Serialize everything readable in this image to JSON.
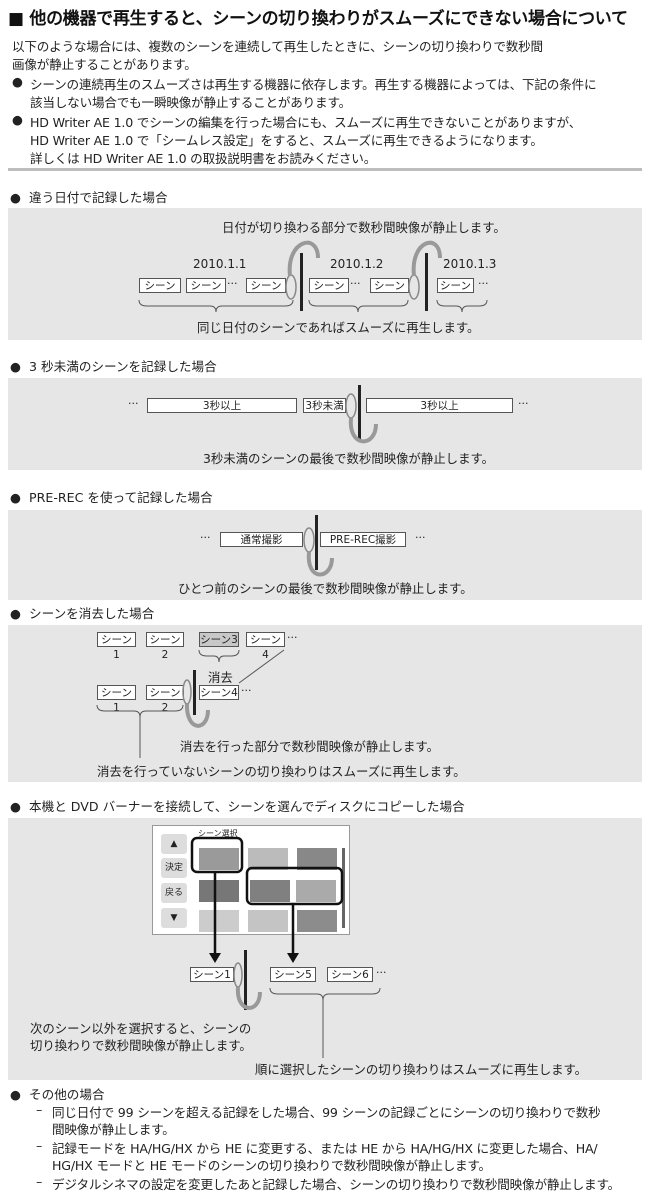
{
  "title": "■ 他の機器で再生すると、シーンの切り換わりがスムーズにできない場合について",
  "intro": [
    "以下のような場合には、複数のシーンを連続して再生したときに、シーンの切り換わりで数秒間",
    "画像が静止することがあります。"
  ],
  "bullets": [
    [
      "シーンの連続再生のスムーズさは再生する機器に依存します。再生する機器によっては、下記の条件に",
      "該当しない場合でも一瞬映像が静止することがあります。"
    ],
    [
      "HD Writer AE 1.0 でシーンの編集を行った場合にも、スムーズに再生できないことがありますが、",
      "HD Writer AE 1.0 で「シームレス設定」をすると、スムーズに再生できるようになります。",
      "詳しくは HD Writer AE 1.0 の取扱説明書をお読みください。"
    ]
  ],
  "bullet_mark": "●",
  "ellipsis": "···",
  "scene": "シーン",
  "sec1": {
    "heading": "違う日付で記録した場合",
    "top_caption": "日付が切り換わる部分で数秒間映像が静止します。",
    "dates": [
      "2010.1.1",
      "2010.1.2",
      "2010.1.3"
    ],
    "bottom_caption": "同じ日付のシーンであればスムーズに再生します。"
  },
  "sec2": {
    "heading": "3 秒未満のシーンを記録した場合",
    "labels": [
      "3秒以上",
      "3秒未満",
      "3秒以上"
    ],
    "caption": "3秒未満のシーンの最後で数秒間映像が静止します。"
  },
  "sec3": {
    "heading": "PRE-REC を使って記録した場合",
    "labels": [
      "通常撮影",
      "PRE-REC撮影"
    ],
    "caption": "ひとつ前のシーンの最後で数秒間映像が静止します。"
  },
  "sec4": {
    "heading": "シーンを消去した場合",
    "row1": [
      "シーン1",
      "シーン2",
      "シーン3",
      "シーン4"
    ],
    "row2": [
      "シーン1",
      "シーン2",
      "シーン4"
    ],
    "deleted": "消去",
    "caption1": "消去を行った部分で数秒間映像が静止します。",
    "caption2": "消去を行っていないシーンの切り換わりはスムーズに再生します。"
  },
  "sec5": {
    "heading": "本機と DVD バーナーを接続して、シーンを選んでディスクにコピーした場合",
    "screen": {
      "title": "シーン選択",
      "buttons": [
        "▲",
        "決定",
        "戻る",
        "▼"
      ]
    },
    "scenes": [
      "シーン1",
      "シーン5",
      "シーン6"
    ],
    "caption_left": [
      "次のシーン以外を選択すると、シーンの",
      "切り換わりで数秒間映像が静止します。"
    ],
    "caption_right": "順に選択したシーンの切り換わりはスムーズに再生します。"
  },
  "other": {
    "heading": "その他の場合",
    "dash": "–",
    "items": [
      [
        "同じ日付で 99 シーンを超える記録をした場合、99 シーンの記録ごとにシーンの切り換わりで数秒",
        "間映像が静止します。"
      ],
      [
        "記録モードを HA/HG/HX から HE に変更する、または HE から HA/HG/HX に変更した場合、HA/",
        "HG/HX モードと HE モードのシーンの切り換わりで数秒間映像が静止します。"
      ],
      [
        "デジタルシネマの設定を変更したあと記録した場合、シーンの切り換わりで数秒間映像が静止します。"
      ]
    ]
  }
}
